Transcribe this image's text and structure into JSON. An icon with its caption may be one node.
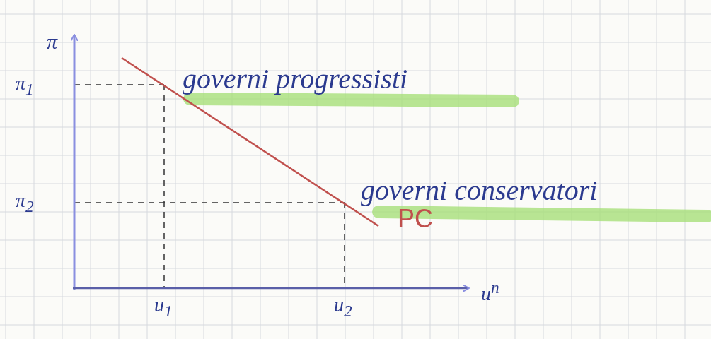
{
  "diagram": {
    "labels": [
      "π",
      "π$_{1}$",
      "governi progressisti",
      "π$_{2}$",
      "governi conservatori",
      "PC",
      "u$_{1}$",
      "u$_{2}$",
      "u$^{n}$"
    ]
  }
}
